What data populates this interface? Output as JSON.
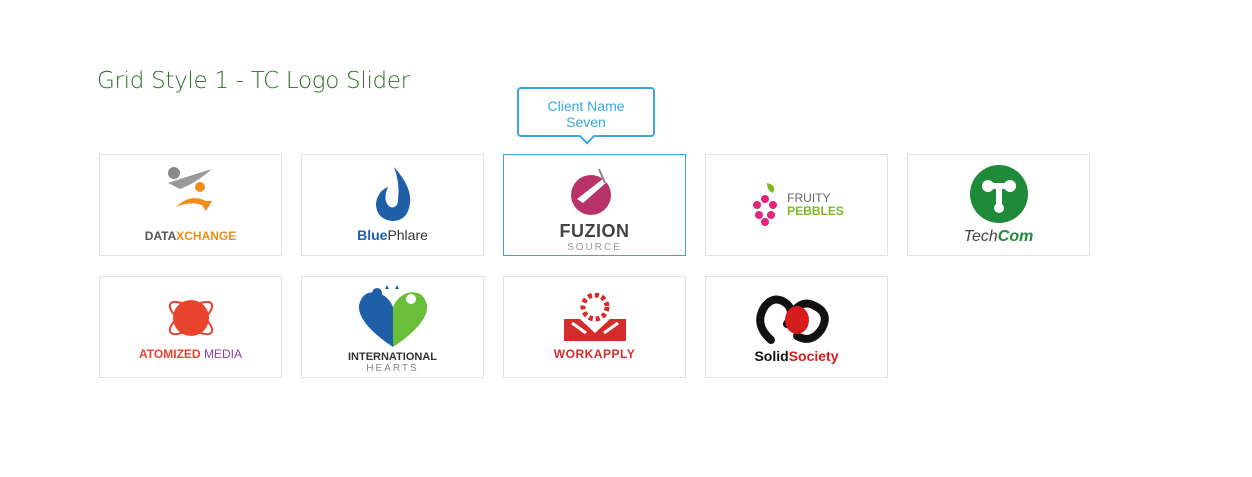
{
  "page": {
    "title": "Grid Style 1 - TC Logo Slider"
  },
  "tooltip": {
    "line1": "Client Name",
    "line2": "Seven"
  },
  "logos": [
    {
      "name": "datax",
      "part1": "DATA",
      "part2": "XCHANGE"
    },
    {
      "name": "bluephlare",
      "part1": "Blue",
      "part2": "Phlare"
    },
    {
      "name": "fuzion",
      "part1": "FUZION",
      "part2": "SOURCE"
    },
    {
      "name": "fruity",
      "part1": "FRUITY",
      "part2": "PEBBLES"
    },
    {
      "name": "techcom",
      "part1": "Tech",
      "part2": "Com"
    },
    {
      "name": "atomized",
      "part1": "ATOMIZED",
      "part2": "MEDIA"
    },
    {
      "name": "international",
      "part1": "INTERNATIONAL",
      "part2": "HEARTS"
    },
    {
      "name": "workapply",
      "part1": "WORKAPPLY"
    },
    {
      "name": "solidsociety",
      "part1": "Solid",
      "part2": "Society"
    }
  ],
  "colors": {
    "title": "#2f6b2a",
    "accent": "#3ba6e0"
  }
}
